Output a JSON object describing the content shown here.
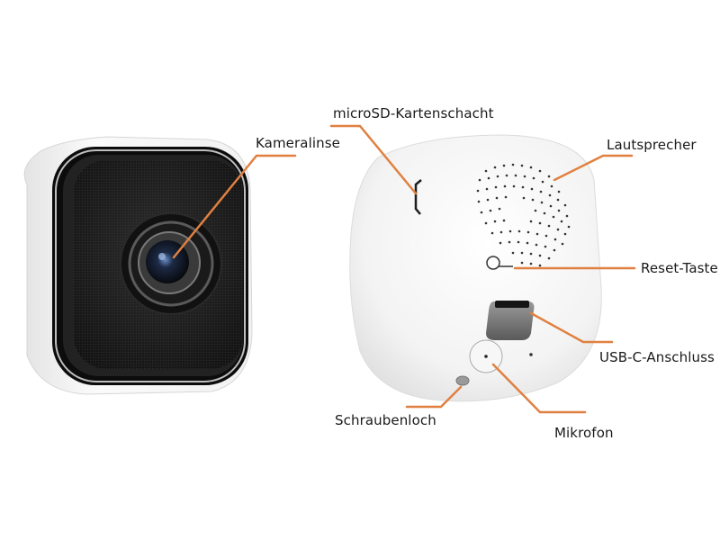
{
  "figure": {
    "description": "Produktdarstellung einer Mini-Überwachungskamera: Vorderansicht und Rückansicht mit beschrifteten Komponenten",
    "accent_color": "#e08040",
    "views": [
      {
        "name": "front-view",
        "subject": "Kamera Vorderseite"
      },
      {
        "name": "back-view",
        "subject": "Kamera Rückseite"
      }
    ]
  },
  "labels": {
    "kameralinse": "Kameralinse",
    "microsd": "microSD-Kartenschacht",
    "lautsprecher": "Lautsprecher",
    "reset": "Reset-Taste",
    "usbc": "USB-C-Anschluss",
    "schraubenloch": "Schraubenloch",
    "mikrofon": "Mikrofon"
  }
}
